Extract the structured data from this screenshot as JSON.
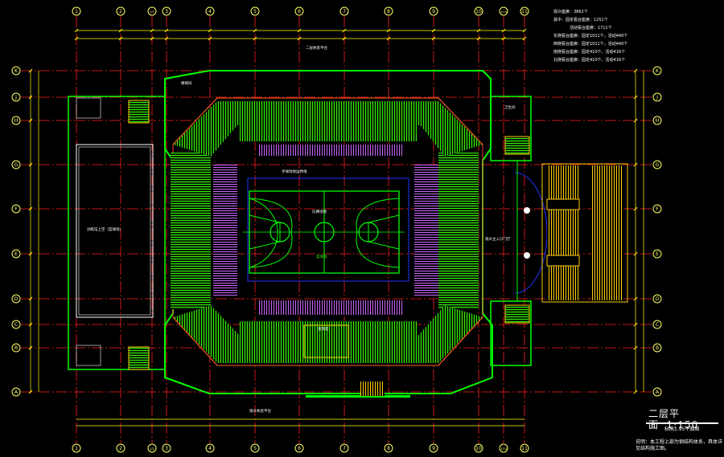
{
  "drawing": {
    "title": "二层平面",
    "scale": "1:150",
    "subtitle": "标高1.95平面图",
    "footnote": "说明：本工程上部为钢结构体系，具体详见结构施工图。",
    "notes": [
      "观众座席：3862个",
      "其中：固定看台座席：1251个",
      "活动看台座席：1711个",
      "东侧看台座席：固定1011个，活动440个",
      "西侧看台座席：固定1011个，活动440个",
      "南侧看台座席：固定410个，活动416个",
      "北侧看台座席：固定410个，活动416个"
    ],
    "labels": {
      "court": "比赛场地",
      "court_boundary": "手球场地边界线",
      "court_center": "篮球场",
      "left_hall": "训练馆上空（篮球场）",
      "entrance": "观众主入口门厅",
      "top_hall": "二层休息平台",
      "bottom_hall": "观众休息平台",
      "vip": "贵宾席",
      "stair": "楼梯间",
      "toilet": "卫生间"
    },
    "grid": {
      "columns": [
        "1",
        "2",
        "1/2",
        "3",
        "4",
        "5",
        "6",
        "7",
        "8",
        "9",
        "10",
        "1/10",
        "11"
      ],
      "rows": [
        "K",
        "J",
        "H",
        "G",
        "F",
        "E",
        "D",
        "C",
        "B",
        "A"
      ]
    },
    "colors": {
      "background": "#000000",
      "grid_axis": "#ff2020",
      "wall": "#00ff00",
      "dimension": "#ffff00",
      "seating": "#33ee00",
      "seating_vip": "#cc66ff",
      "bleacher": "#ffcc00",
      "outline": "#ffffff"
    }
  }
}
